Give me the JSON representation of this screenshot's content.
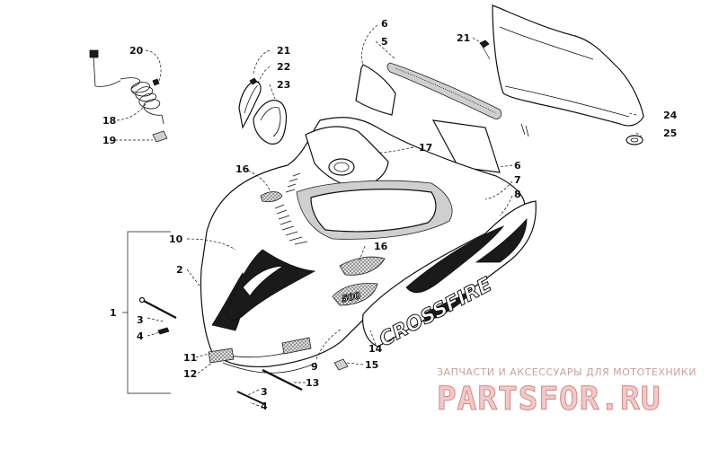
{
  "decal": {
    "model_text": "CROSSFIRE",
    "badge_text": "500"
  },
  "watermark": {
    "tagline": "ЗАПЧАСТИ И АКСЕССУАРЫ ДЛЯ МОТОТЕХНИКИ",
    "brand": "PARTSFOR.RU"
  },
  "callouts": {
    "c1": "1",
    "c2": "2",
    "c3a": "3",
    "c3b": "3",
    "c4a": "4",
    "c4b": "4",
    "c5": "5",
    "c6a": "6",
    "c6b": "6",
    "c7": "7",
    "c8": "8",
    "c9": "9",
    "c10": "10",
    "c11": "11",
    "c12": "12",
    "c13": "13",
    "c14": "14",
    "c15": "15",
    "c16a": "16",
    "c16b": "16",
    "c17": "17",
    "c18": "18",
    "c19": "19",
    "c20": "20",
    "c21a": "21",
    "c21b": "21",
    "c22": "22",
    "c23": "23",
    "c24": "24",
    "c25": "25"
  }
}
